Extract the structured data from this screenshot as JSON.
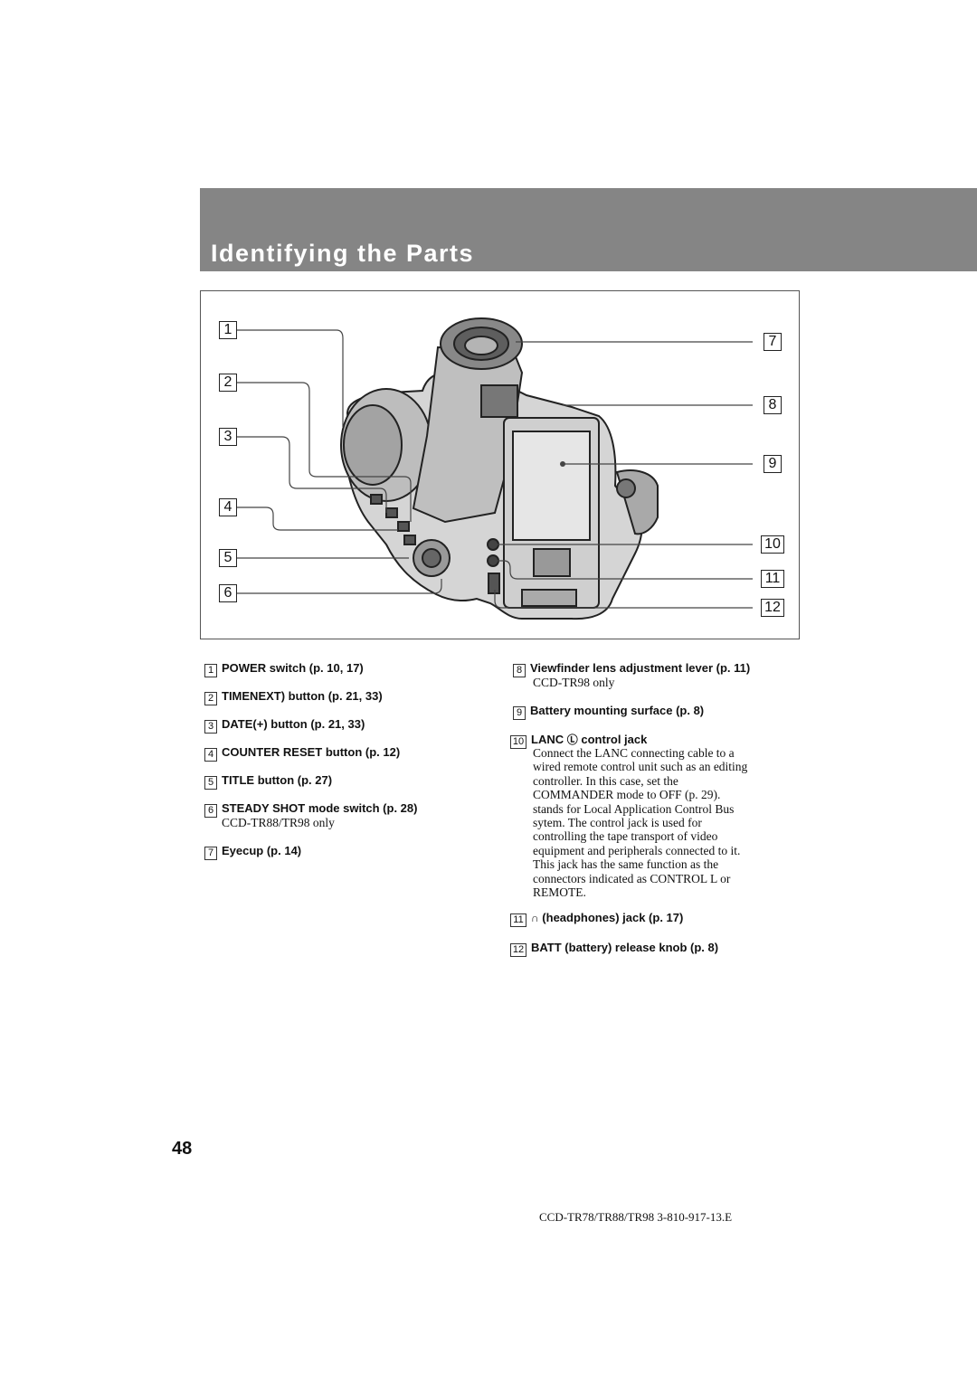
{
  "header": {
    "title": "Identifying the Parts"
  },
  "figure": {
    "callouts": [
      "1",
      "2",
      "3",
      "4",
      "5",
      "6",
      "7",
      "8",
      "9",
      "10",
      "11",
      "12"
    ]
  },
  "parts_left": [
    {
      "num": "1",
      "label": "POWER switch (p. 10, 17)"
    },
    {
      "num": "2",
      "label": "TIMENEXT) button (p. 21, 33)"
    },
    {
      "num": "3",
      "label": "DATE(+) button (p. 21, 33)"
    },
    {
      "num": "4",
      "label": "COUNTER RESET button (p. 12)"
    },
    {
      "num": "5",
      "label": "TITLE button (p. 27)"
    },
    {
      "num": "6",
      "label": "STEADY SHOT mode switch (p. 28)",
      "note": "CCD-TR88/TR98 only"
    },
    {
      "num": "7",
      "label": "Eyecup (p. 14)"
    }
  ],
  "parts_right": [
    {
      "num": "8",
      "label": "Viewfinder lens adjustment lever (p. 11)",
      "note": "CCD-TR98 only"
    },
    {
      "num": "9",
      "label": "Battery mounting surface (p. 8)"
    },
    {
      "num": "10",
      "label": "LANC",
      "label_suffix": "control jack",
      "description": [
        "Connect the LANC  connecting cable to a",
        "wired remote control unit such as an editing",
        "controller. In this case, set the",
        "COMMANDER mode to OFF (p. 29).",
        "stands for Local Application Control Bus",
        "sytem. The  control jack is used for",
        "controlling the tape transport of video",
        "equipment and peripherals connected to it.",
        "This jack has the same function as the",
        "connectors indicated as CONTROL L or",
        "REMOTE."
      ]
    },
    {
      "num": "11",
      "label": "(headphones) jack (p. 17)"
    },
    {
      "num": "12",
      "label": "BATT (battery) release knob (p. 8)"
    }
  ],
  "page_number": "48",
  "footer": "CCD-TR78/TR88/TR98  3-810-917-13.E"
}
